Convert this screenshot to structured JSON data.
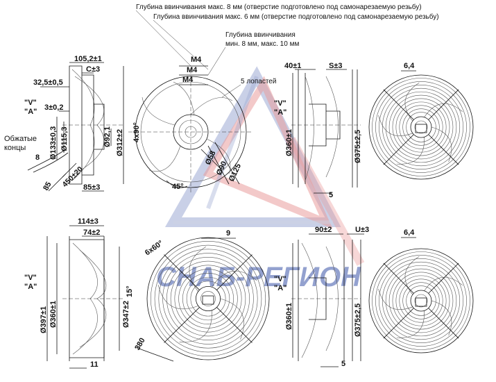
{
  "notes": {
    "depth8": "Глубина ввинчивания макс. 8 мм (отверстие подготовлено под самонарезаемую резьбу)",
    "depth6": "Глубина ввинчивания макс. 6 мм (отверстие подготовлено под самонарезаемую резьбу)",
    "depth_min_1": "Глубина ввинчивания",
    "depth_min_2": "мин. 8 мм, макс. 10 мм",
    "blades": "5 лопастей",
    "crimped_1": "Обжатые",
    "crimped_2": "концы"
  },
  "airflow": {
    "v": "\"V\"",
    "a": "\"A\""
  },
  "top_left": {
    "d105": "105,2±1",
    "c": "C±3",
    "d32": "32,5±0,5",
    "d3": "3±0,2",
    "d133": "Ø133±0,3",
    "d115": "Ø115,3",
    "d92": "Ø92,1",
    "d312": "Ø312±2",
    "d8": "8",
    "d85a": "85",
    "d450": "450±20",
    "d85b": "85±3"
  },
  "top_center": {
    "m4a": "M4",
    "m4b": "M4",
    "m4c": "M4",
    "deg90": "4x90°",
    "deg45": "45°",
    "d58": "Ø58",
    "d90": "Ø90",
    "d125": "Ø125"
  },
  "top_right_side": {
    "d40": "40±1",
    "s": "S±3",
    "d360": "Ø360±1",
    "d375": "Ø375±2,5",
    "d5": "5"
  },
  "top_right_front": {
    "d64": "6,4"
  },
  "bottom_left": {
    "d114": "114±3",
    "d74": "74±2",
    "d397": "Ø397±1",
    "d360": "Ø360±1",
    "d347": "Ø347±2",
    "d11": "11"
  },
  "bottom_center": {
    "deg60": "6x60°",
    "d9": "9",
    "deg15": "15°",
    "d380": "380"
  },
  "bottom_right_side": {
    "d90": "90±2",
    "u": "U±3",
    "d360": "Ø360±1",
    "d375": "Ø375±2,5",
    "d5": "5"
  },
  "bottom_right_front": {
    "d64": "6,4"
  },
  "watermark": {
    "text": "СНАБ-РЕГИОН"
  },
  "colors": {
    "watermark_blue": "#3c55a8",
    "watermark_red": "#d43b3b",
    "line": "#111111"
  }
}
